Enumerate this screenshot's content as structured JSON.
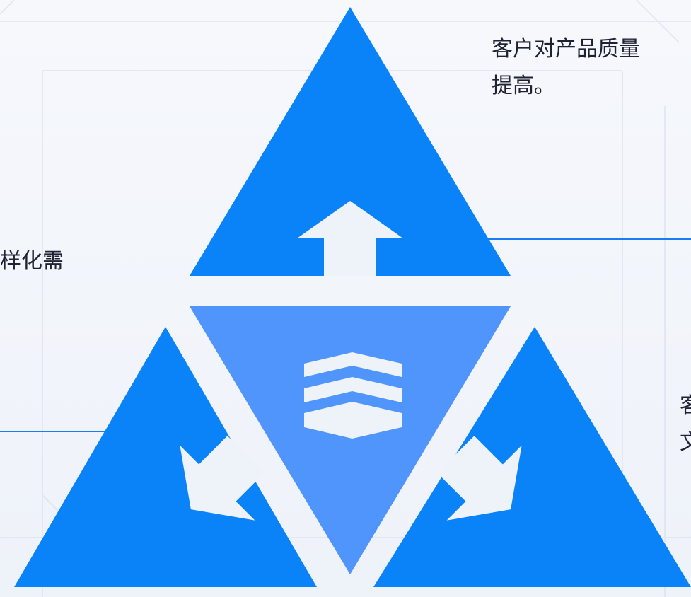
{
  "captions": {
    "top": {
      "line1": "客户对产品质量",
      "line2": "提高。"
    },
    "left": {
      "line1": "样化需"
    },
    "right": {
      "line1": "客",
      "line2": "文"
    }
  },
  "colors": {
    "outer_triangle": "#0a82f8",
    "center_triangle": "#5095fb",
    "arrow": "#eef3fa",
    "connector_line": "#1a7cf0",
    "caption_text": "#1e2233",
    "background": "#f3f6fb"
  },
  "icons": {
    "top_arrow": "arrow-up-icon",
    "left_arrow": "arrow-down-left-icon",
    "right_arrow": "arrow-down-right-icon",
    "center": "layers-stack-icon"
  }
}
